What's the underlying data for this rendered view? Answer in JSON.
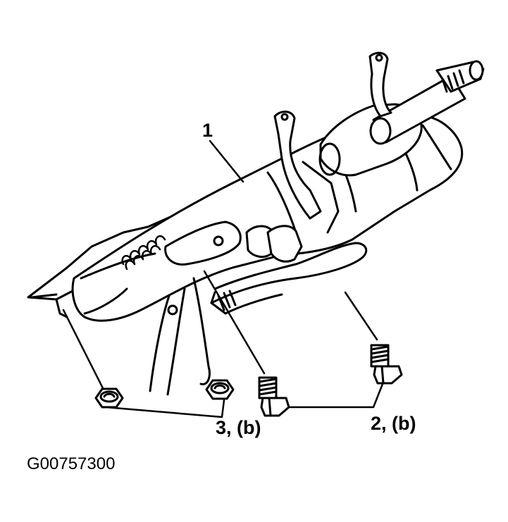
{
  "callouts": {
    "part_1": "1",
    "part_2": "2, (b)",
    "part_3": "3, (b)"
  },
  "figure_id": "G00757300",
  "colors": {
    "line": "#000000",
    "fill": "#ffffff"
  }
}
